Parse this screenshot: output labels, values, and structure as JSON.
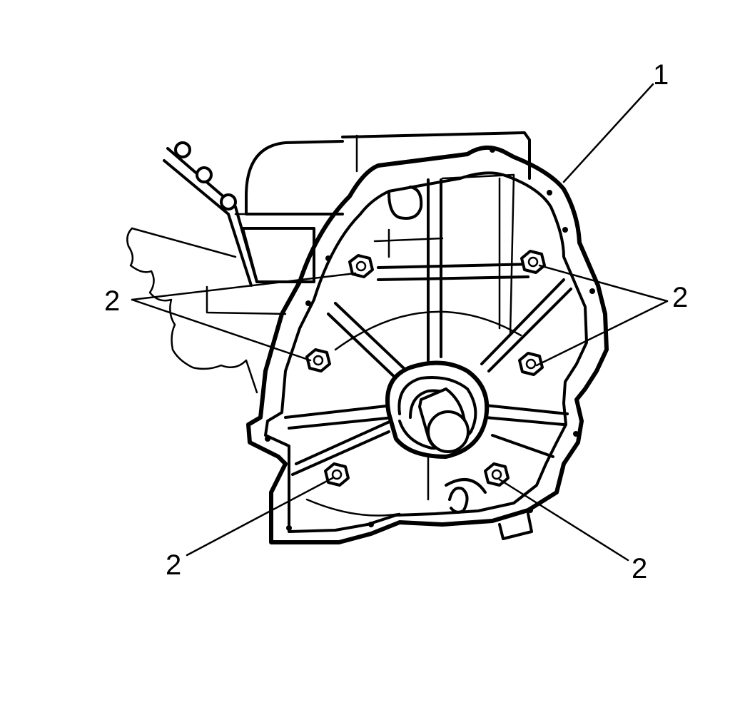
{
  "diagram": {
    "colors": {
      "line": "#000000",
      "background": "#ffffff"
    },
    "callouts": [
      {
        "id": "c1",
        "label": "1",
        "part": "cover"
      },
      {
        "id": "c2a",
        "label": "2",
        "part": "bolt"
      },
      {
        "id": "c2b",
        "label": "2",
        "part": "bolt"
      },
      {
        "id": "c2c",
        "label": "2",
        "part": "bolt"
      },
      {
        "id": "c2d",
        "label": "2",
        "part": "bolt"
      }
    ],
    "bolt_count": 6
  }
}
